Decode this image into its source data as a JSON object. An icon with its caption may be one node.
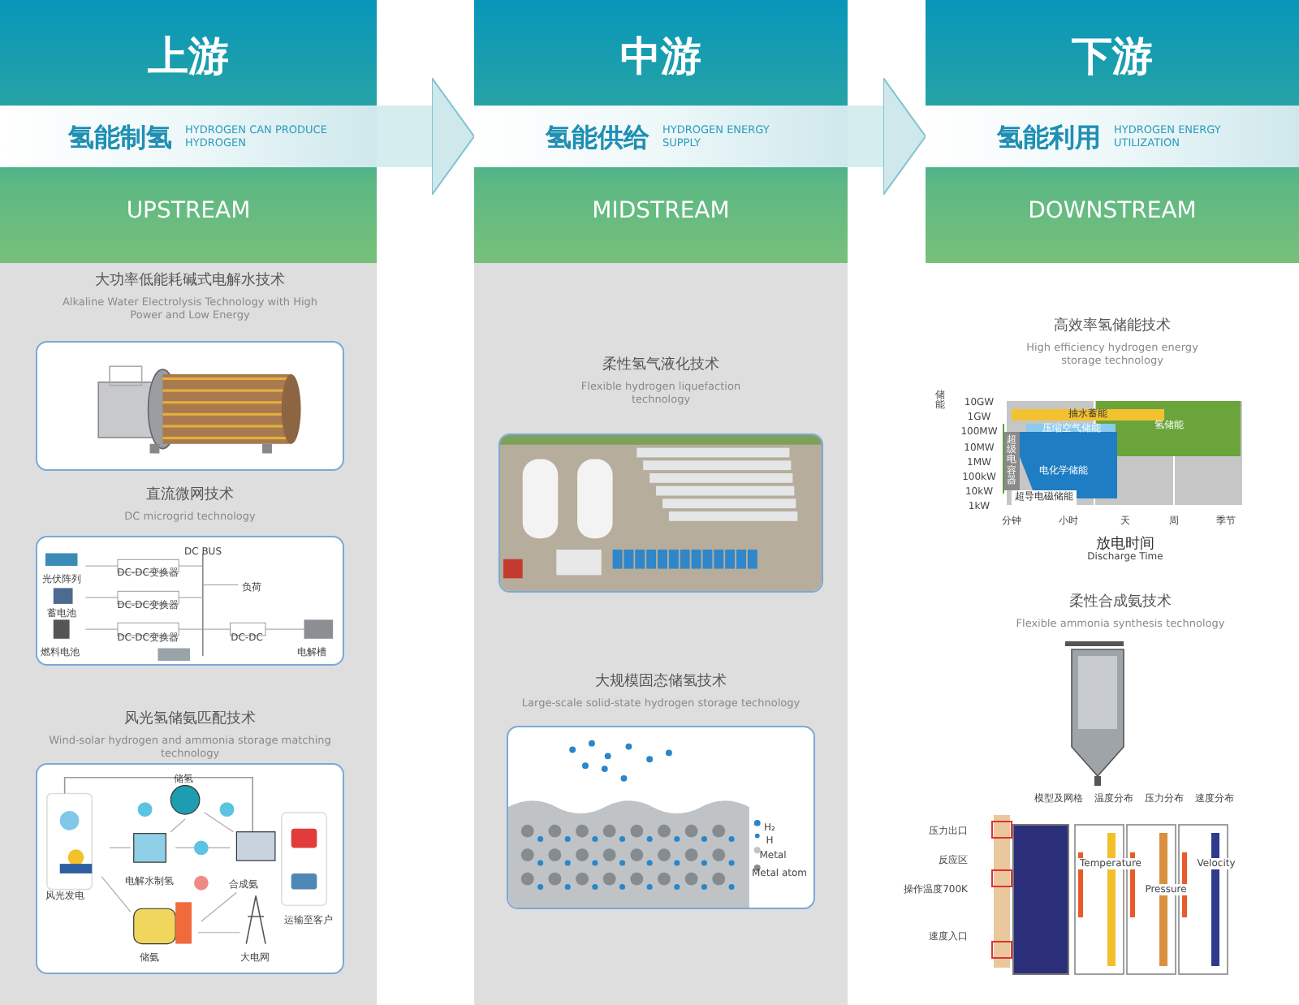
{
  "diagram": {
    "nodes": [
      {
        "text": [
          "上游",
          "氢能制氢",
          "HYDROGEN CAN PRODUCE HYDROGEN",
          "UPSTREAM"
        ]
      },
      {
        "text": [
          "中游",
          "氢能供给",
          "HYDROGEN ENERGY SUPPLY",
          "MIDSTREAM"
        ]
      },
      {
        "text": [
          "下游",
          "氢能利用",
          "HYDROGEN ENERGY UTILIZATION",
          "DOWNSTREAM"
        ]
      },
      {
        "text": [
          "大功率低能耗碱式电解水技术",
          "Alkaline Water Electrolysis Technology with High Power and Low Energy"
        ],
        "in": 0
      },
      {
        "text": [
          "直流微网技术",
          "DC microgrid technology"
        ],
        "in": 0
      },
      {
        "text": [
          "风光氢储氨匹配技术",
          "Wind-solar hydrogen and ammonia storage matching technology"
        ],
        "in": 0
      },
      {
        "text": [
          "柔性氢气液化技术",
          "Flexible hydrogen liquefaction technology"
        ],
        "in": 1
      },
      {
        "text": [
          "大规模固态储氢技术",
          "Large-scale solid-state hydrogen storage technology"
        ],
        "in": 1
      },
      {
        "text": [
          "高效率氢储能技术",
          "High efficiency hydrogen energy storage technology"
        ],
        "in": 2
      },
      {
        "text": [
          "柔性合成氨技术",
          "Flexible ammonia synthesis technology"
        ],
        "in": 2
      }
    ],
    "edges": [
      {
        "from": 0,
        "to": 1,
        "arrow": "to"
      },
      {
        "from": 1,
        "to": 2,
        "arrow": "to"
      }
    ],
    "labels": [
      "DC BUS",
      "光伏阵列",
      "DC-DC变换器",
      "负荷",
      "蓄电池",
      "DC-DC变换器",
      "燃料电池",
      "DC-DC变换器",
      "DC-DC",
      "电解槽",
      "储氢",
      "风光发电",
      "电解水制氢",
      "合成氨",
      "运输至客户",
      "储氨",
      "大电网",
      "H₂",
      "H",
      "Metal",
      "Metal atom",
      "储能",
      "10GW",
      "1GW",
      "100MW",
      "10MW",
      "1MW",
      "100kW",
      "10kW",
      "1kW",
      "抽水蓄能",
      "压缩空气储能",
      "氢储能",
      "电化学储能",
      "超级电容器",
      "超导电磁储能",
      "分钟",
      "小时",
      "天",
      "周",
      "季节",
      "放电时间",
      "Discharge Time",
      "模型及网格",
      "温度分布",
      "压力分布",
      "速度分布",
      "压力出口",
      "反应区",
      "操作温度700K",
      "速度入口",
      "Temperature",
      "Pressure",
      "Velocity"
    ]
  }
}
